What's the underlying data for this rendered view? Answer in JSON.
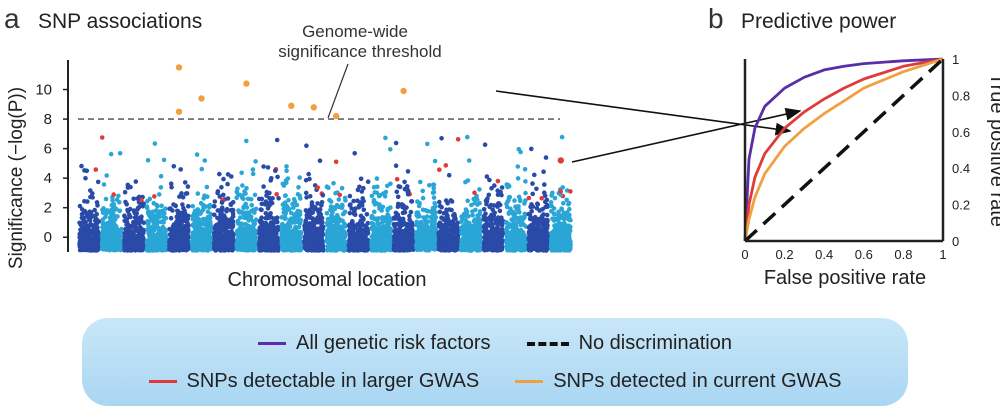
{
  "chart_data": [
    {
      "type": "scatter",
      "panel_label": "a",
      "title": "SNP associations",
      "xlabel": "Chromosomal location",
      "ylabel": "Significance (−log(P))",
      "ylim": [
        -1,
        12
      ],
      "yticks": [
        0,
        2,
        4,
        6,
        8,
        10
      ],
      "threshold": 8,
      "annotation": "Genome-wide significance threshold",
      "chromosome_count": 22,
      "colors": {
        "dark": "#2a4aa8",
        "light": "#2aa6d6",
        "red": "#e03a3a",
        "orange": "#f0a040"
      },
      "highlight_points": [
        {
          "chromosome": 5,
          "y": 11.5,
          "color": "orange"
        },
        {
          "chromosome": 5,
          "y": 8.5,
          "color": "orange"
        },
        {
          "chromosome": 6,
          "y": 9.4,
          "color": "orange"
        },
        {
          "chromosome": 8,
          "y": 10.4,
          "color": "orange"
        },
        {
          "chromosome": 10,
          "y": 8.9,
          "color": "orange"
        },
        {
          "chromosome": 11,
          "y": 8.8,
          "color": "orange"
        },
        {
          "chromosome": 12,
          "y": 8.2,
          "color": "orange"
        },
        {
          "chromosome": 15,
          "y": 9.9,
          "color": "orange"
        },
        {
          "chromosome": 22,
          "y": 5.2,
          "color": "red"
        }
      ]
    },
    {
      "type": "line",
      "panel_label": "b",
      "title": "Predictive power",
      "xlabel": "False positive rate",
      "ylabel": "True positive rate",
      "xlim": [
        0,
        1
      ],
      "ylim": [
        0,
        1
      ],
      "xticks": [
        "0",
        "0.2",
        "0.4",
        "0.6",
        "0.8",
        "1"
      ],
      "yticks": [
        "0",
        "0.2",
        "0.4",
        "0.6",
        "0.8",
        "1"
      ],
      "series": [
        {
          "color": "#5a2ea6",
          "points": [
            [
              0,
              0
            ],
            [
              0.02,
              0.45
            ],
            [
              0.05,
              0.62
            ],
            [
              0.1,
              0.74
            ],
            [
              0.2,
              0.84
            ],
            [
              0.3,
              0.9
            ],
            [
              0.4,
              0.94
            ],
            [
              0.5,
              0.96
            ],
            [
              0.6,
              0.975
            ],
            [
              0.8,
              0.99
            ],
            [
              1,
              1
            ]
          ]
        },
        {
          "color": "#e03a3a",
          "points": [
            [
              0,
              0
            ],
            [
              0.02,
              0.2
            ],
            [
              0.05,
              0.35
            ],
            [
              0.1,
              0.48
            ],
            [
              0.2,
              0.62
            ],
            [
              0.3,
              0.71
            ],
            [
              0.4,
              0.78
            ],
            [
              0.5,
              0.84
            ],
            [
              0.6,
              0.89
            ],
            [
              0.8,
              0.96
            ],
            [
              1,
              1
            ]
          ]
        },
        {
          "color": "#f0a040",
          "points": [
            [
              0,
              0
            ],
            [
              0.02,
              0.12
            ],
            [
              0.05,
              0.24
            ],
            [
              0.1,
              0.37
            ],
            [
              0.2,
              0.52
            ],
            [
              0.3,
              0.62
            ],
            [
              0.4,
              0.7
            ],
            [
              0.5,
              0.77
            ],
            [
              0.6,
              0.84
            ],
            [
              0.8,
              0.93
            ],
            [
              1,
              1
            ]
          ]
        },
        {
          "color": "#111111",
          "dashed": true,
          "points": [
            [
              0,
              0
            ],
            [
              1,
              1
            ]
          ]
        }
      ]
    }
  ],
  "legend": [
    {
      "label": "All genetic risk factors",
      "color": "#5a2ea6",
      "style": "solid"
    },
    {
      "label": "No discrimination",
      "color": "#111111",
      "style": "dashed"
    },
    {
      "label": "SNPs detectable in larger GWAS",
      "color": "#e03a3a",
      "style": "solid"
    },
    {
      "label": "SNPs detected in current GWAS",
      "color": "#f0a040",
      "style": "solid"
    }
  ]
}
